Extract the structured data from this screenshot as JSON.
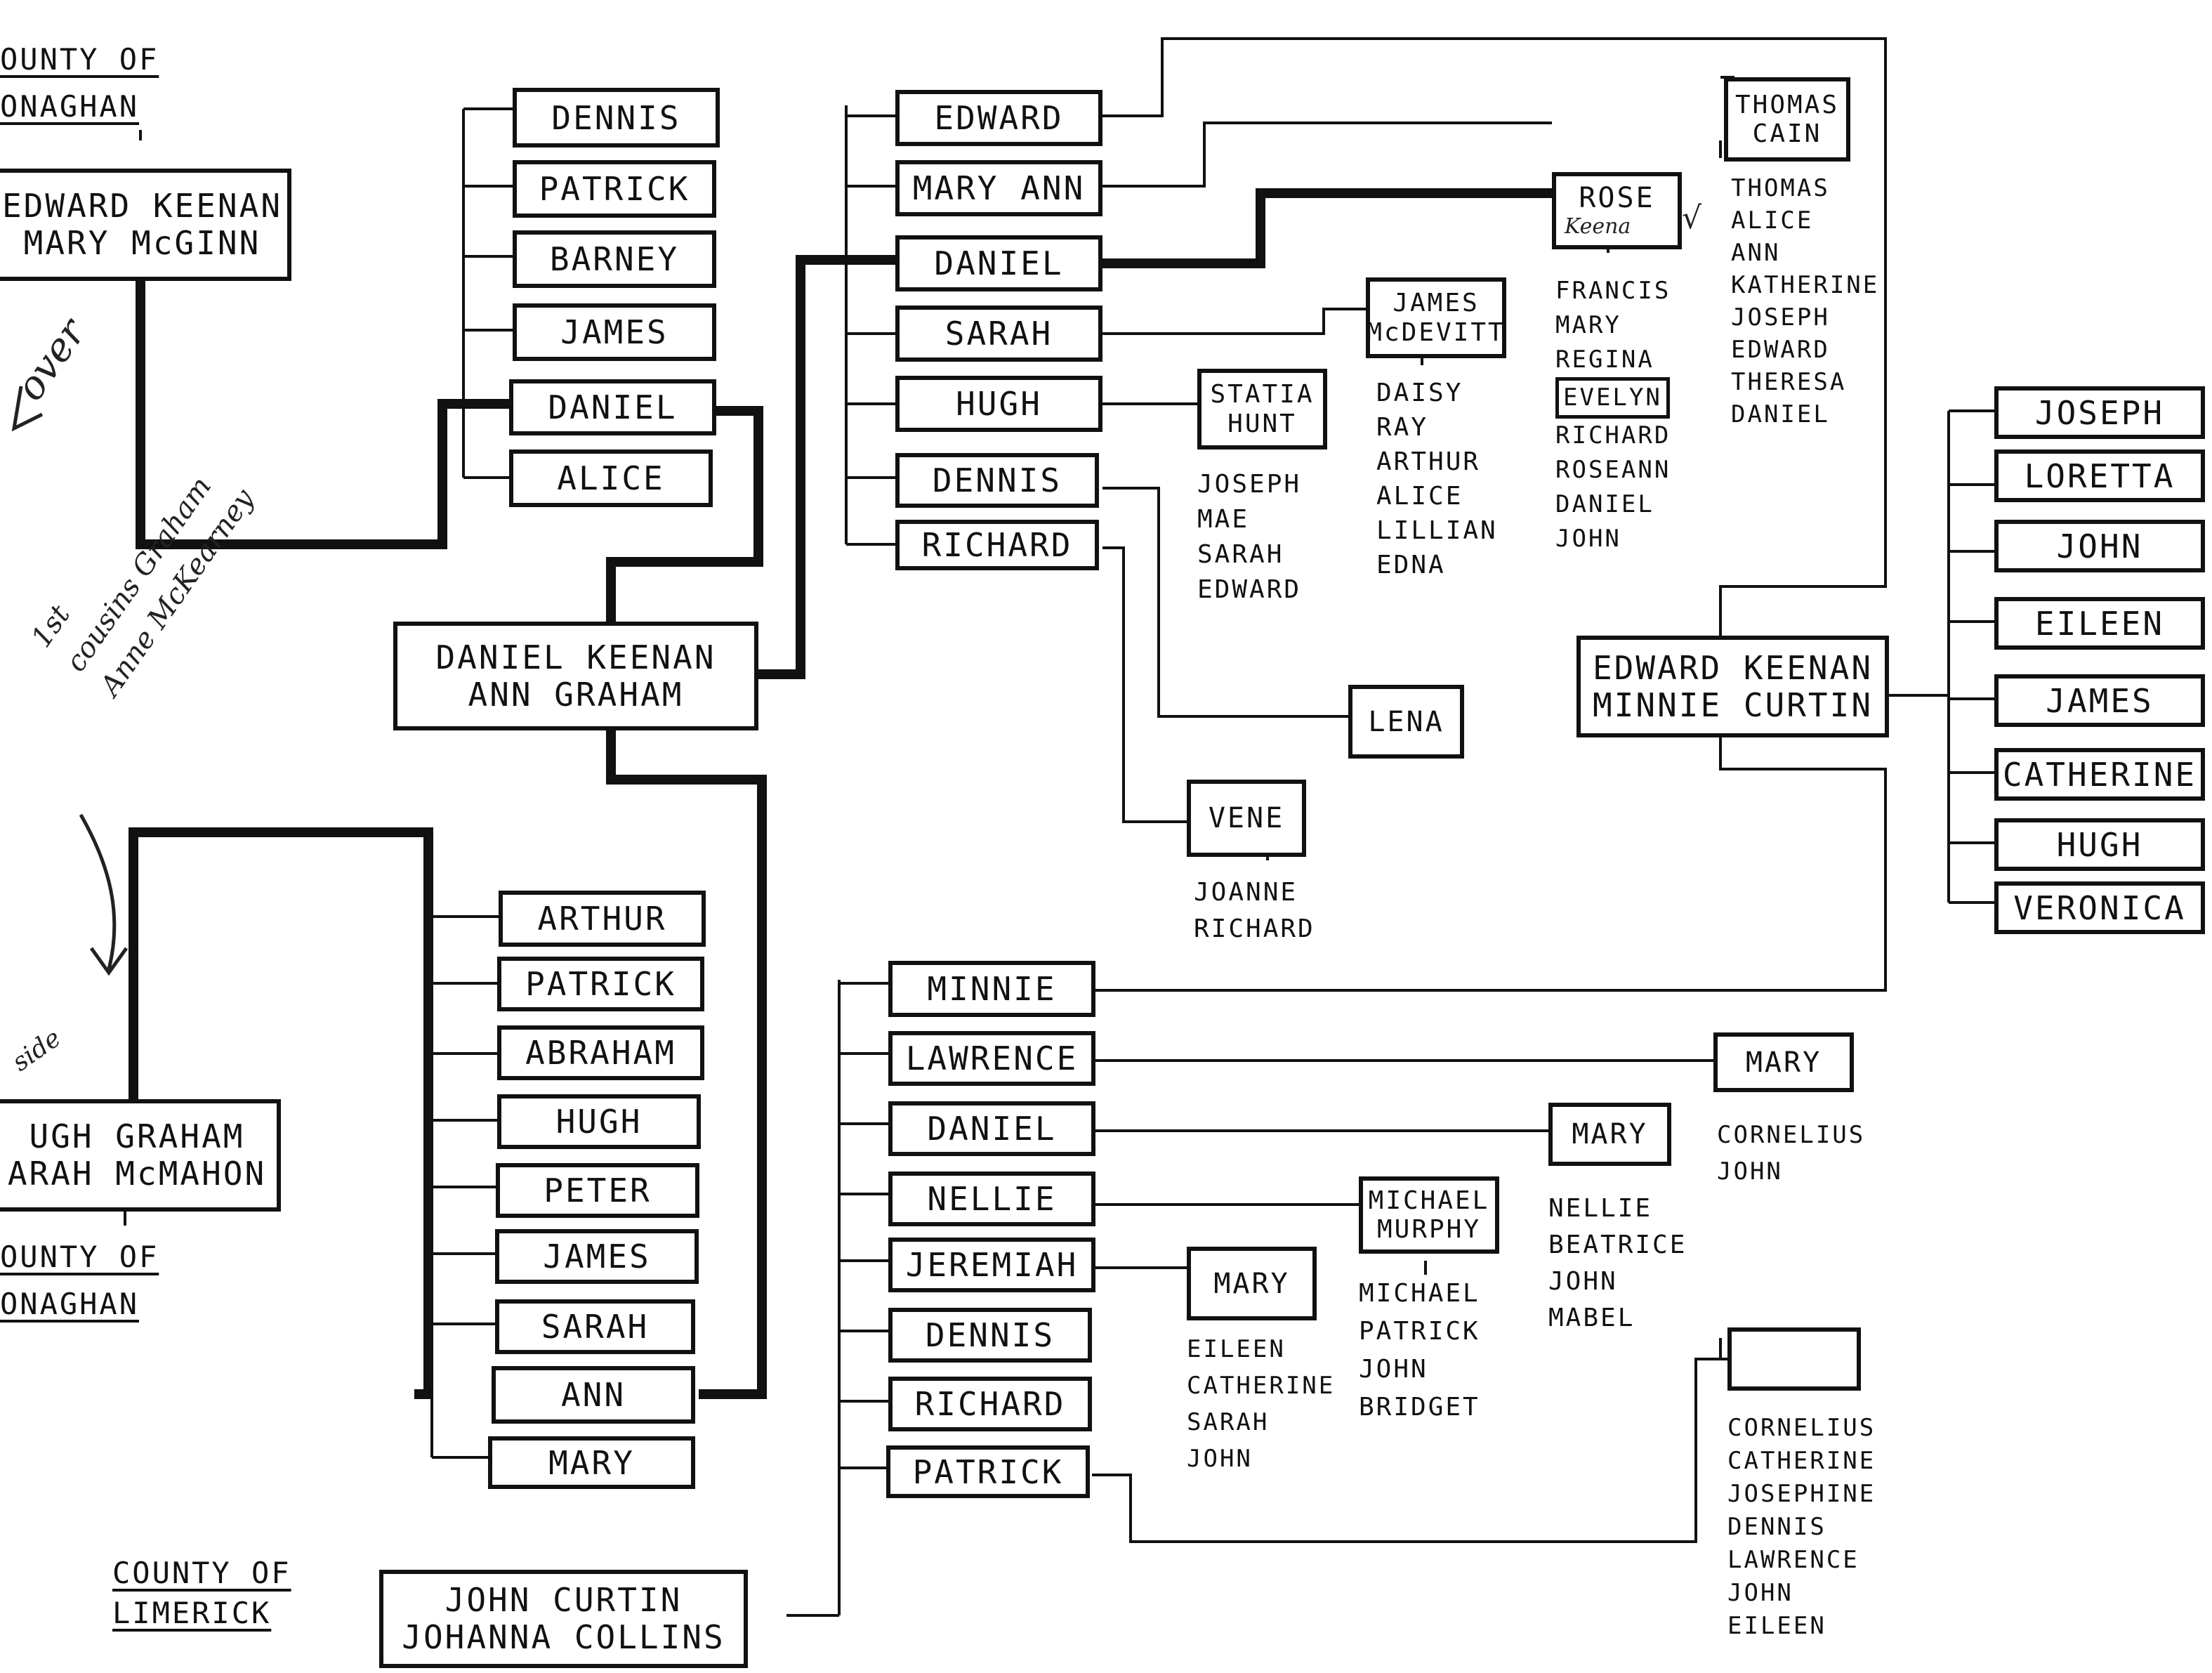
{
  "counties": {
    "monaghan_top": [
      "OUNTY OF",
      "ONAGHAN"
    ],
    "monaghan_bottom": [
      "OUNTY OF",
      "ONAGHAN"
    ],
    "limerick": [
      "COUNTY OF",
      "LIMERICK"
    ]
  },
  "couples": {
    "edward_mary": [
      "EDWARD KEENAN",
      "MARY McGINN"
    ],
    "daniel_ann": [
      "DANIEL KEENAN",
      "ANN GRAHAM"
    ],
    "hugh_sarah": [
      "UGH GRAHAM",
      "ARAH McMAHON"
    ],
    "john_johanna": [
      "JOHN CURTIN",
      "JOHANNA COLLINS"
    ],
    "edward_minnie": [
      "EDWARD KEENAN",
      "MINNIE CURTIN"
    ]
  },
  "keenan_siblings": [
    "DENNIS",
    "PATRICK",
    "BARNEY",
    "JAMES",
    "DANIEL",
    "ALICE"
  ],
  "graham_siblings": [
    "ARTHUR",
    "PATRICK",
    "ABRAHAM",
    "HUGH",
    "PETER",
    "JAMES",
    "SARAH",
    "ANN",
    "MARY"
  ],
  "daniel_children": [
    "EDWARD",
    "MARY ANN",
    "DANIEL",
    "SARAH",
    "HUGH",
    "DENNIS",
    "RICHARD"
  ],
  "curtin_children": [
    "MINNIE",
    "LAWRENCE",
    "DANIEL",
    "NELLIE",
    "JEREMIAH",
    "DENNIS",
    "RICHARD",
    "PATRICK"
  ],
  "edward_minnie_children": [
    "JOSEPH",
    "LORETTA",
    "JOHN",
    "EILEEN",
    "JAMES",
    "CATHERINE",
    "HUGH",
    "VERONICA"
  ],
  "spouses": {
    "thomas_cain": [
      "THOMAS",
      "CAIN"
    ],
    "rose": [
      "ROSE"
    ],
    "james_mcdevitt": [
      "JAMES",
      "McDEVITT"
    ],
    "statia_hunt": [
      "STATIA",
      "HUNT"
    ],
    "lena": "LENA",
    "vene": "VENE",
    "mary_lawrence": "MARY",
    "mary_daniel": "MARY",
    "michael_murphy": [
      "MICHAEL",
      "MURPHY"
    ],
    "mary_jeremiah": "MARY",
    "patrick_spouse": ""
  },
  "grandchildren": {
    "cain": [
      "THOMAS",
      "ALICE",
      "ANN",
      "KATHERINE",
      "JOSEPH",
      "EDWARD",
      "THERESA",
      "DANIEL"
    ],
    "rose": [
      "FRANCIS",
      "MARY",
      "REGINA",
      "EVELYN",
      "RICHARD",
      "ROSEANN",
      "DANIEL",
      "JOHN"
    ],
    "mcdevitt": [
      "DAISY",
      "RAY",
      "ARTHUR",
      "ALICE",
      "LILLIAN",
      "EDNA"
    ],
    "hunt": [
      "JOSEPH",
      "MAE",
      "SARAH",
      "EDWARD"
    ],
    "vene": [
      "JOANNE",
      "RICHARD"
    ],
    "lawrence": [
      "CORNELIUS",
      "JOHN"
    ],
    "daniel": [
      "NELLIE",
      "BEATRICE",
      "JOHN",
      "MABEL"
    ],
    "murphy": [
      "MICHAEL",
      "PATRICK",
      "JOHN",
      "BRIDGET"
    ],
    "jeremiah": [
      "EILEEN",
      "CATHERINE",
      "SARAH",
      "JOHN"
    ],
    "patrick": [
      "CORNELIUS",
      "CATHERINE",
      "JOSEPHINE",
      "DENNIS",
      "LAWRENCE",
      "JOHN",
      "EILEEN"
    ]
  },
  "notes": {
    "over": "over",
    "first_cousins": [
      "1st",
      "cousins Graham",
      "Anne McKearney"
    ],
    "side": "side",
    "rose_surname": "Keena",
    "tick": "√"
  }
}
